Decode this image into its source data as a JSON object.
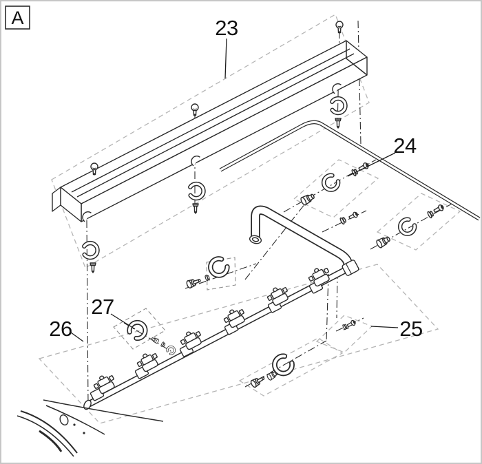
{
  "diagram": {
    "type": "exploded-parts-diagram",
    "view_label": "A",
    "callouts": [
      {
        "id": "23",
        "label": "23",
        "part": "cover-bracket"
      },
      {
        "id": "24",
        "label": "24",
        "part": "tube-clip-assembly"
      },
      {
        "id": "25",
        "label": "25",
        "part": "screw"
      },
      {
        "id": "26",
        "label": "26",
        "part": "spray-bar-mounting-region"
      },
      {
        "id": "27",
        "label": "27",
        "part": "nozzle-clip-assembly"
      }
    ],
    "colors": {
      "background": "#ffffff",
      "line": "#2b2b2b",
      "construction": "#b5b5b5",
      "border": "#c6c6c6",
      "label_text": "#111111"
    }
  }
}
